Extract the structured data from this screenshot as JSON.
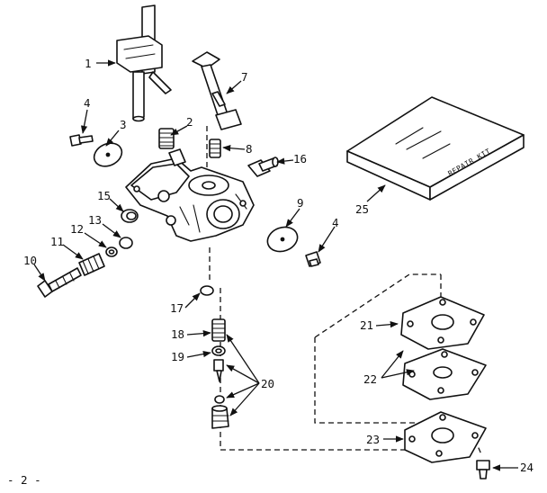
{
  "page_number": "- 2 -",
  "kit_label": "REPAIR KIT",
  "callouts": [
    "1",
    "2",
    "3",
    "4",
    "7",
    "8",
    "16",
    "25",
    "15",
    "9",
    "13",
    "4",
    "12",
    "11",
    "10",
    "17",
    "18",
    "19",
    "20",
    "21",
    "22",
    "23",
    "24"
  ]
}
